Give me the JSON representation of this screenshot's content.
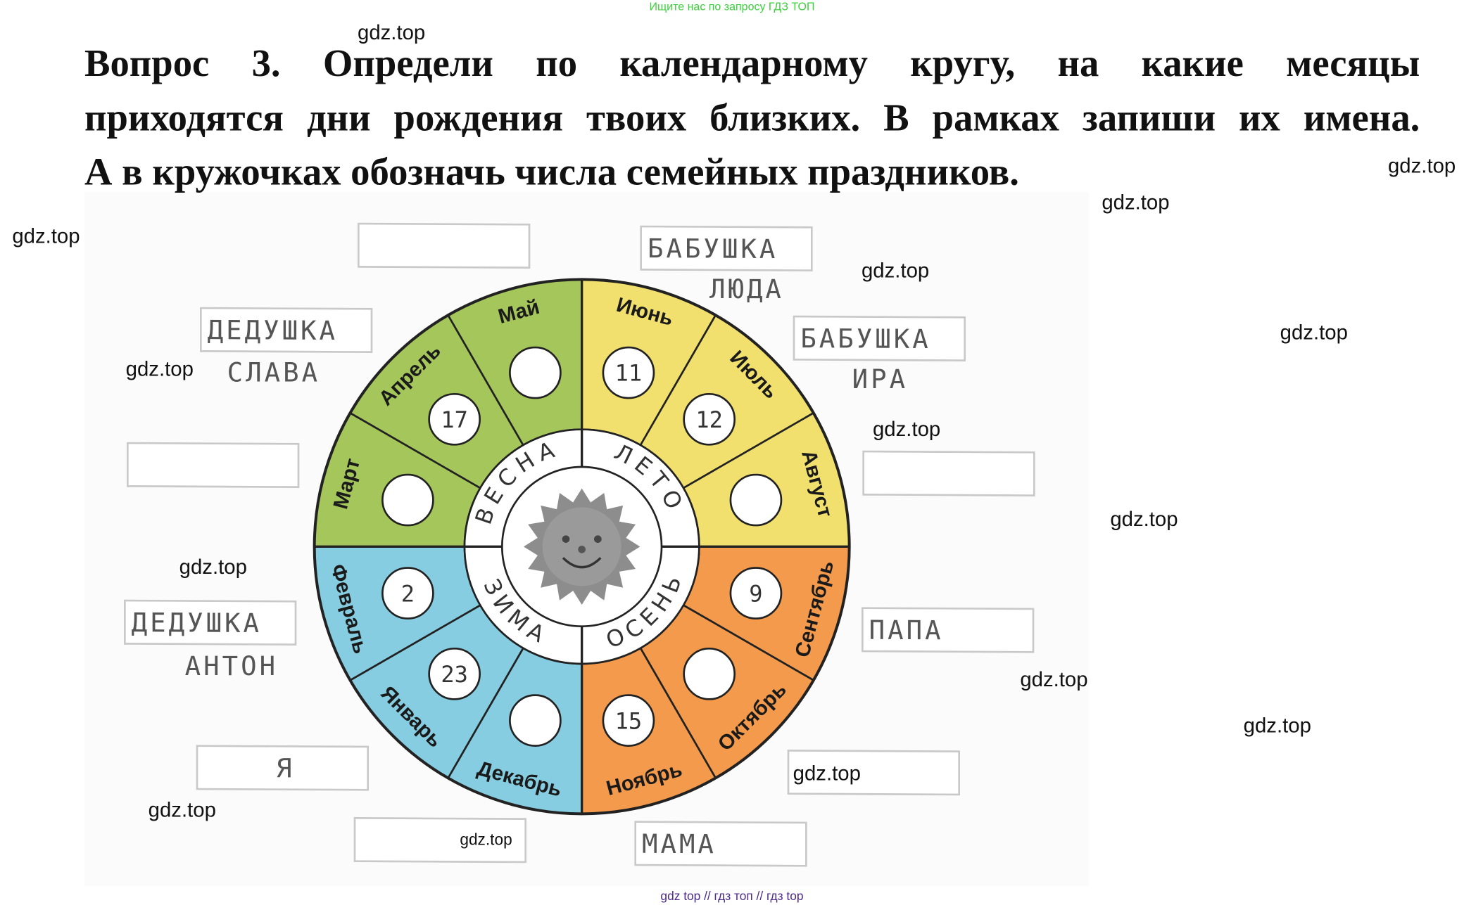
{
  "top_note": "Ищите нас по запросу ГДЗ ТОП",
  "title": {
    "lines": [
      "Вопрос 3. Определи по календарному кругу, на какие месяцы",
      "приходятся дни рождения твоих близких. В рамках запиши их имена.",
      "А в кружочках обозначь числа семейных праздников."
    ]
  },
  "watermark": "gdz.top",
  "wheel": {
    "colors": {
      "spring": "#a4c65a",
      "summer": "#f2e06e",
      "autumn": "#f39a4c",
      "winter": "#86cde2"
    },
    "seasons": [
      {
        "label": "ВЕСНА",
        "key": "spring"
      },
      {
        "label": "ЛЕТО",
        "key": "summer"
      },
      {
        "label": "ОСЕНЬ",
        "key": "autumn"
      },
      {
        "label": "ЗИМА",
        "key": "winter"
      }
    ],
    "months": [
      {
        "name": "Июнь",
        "season": "summer",
        "date": "11"
      },
      {
        "name": "Июль",
        "season": "summer",
        "date": "12"
      },
      {
        "name": "Август",
        "season": "summer",
        "date": ""
      },
      {
        "name": "Сентябрь",
        "season": "autumn",
        "date": "9"
      },
      {
        "name": "Октябрь",
        "season": "autumn",
        "date": ""
      },
      {
        "name": "Ноябрь",
        "season": "autumn",
        "date": "15"
      },
      {
        "name": "Декабрь",
        "season": "winter",
        "date": ""
      },
      {
        "name": "Январь",
        "season": "winter",
        "date": "23"
      },
      {
        "name": "Февраль",
        "season": "winter",
        "date": "2"
      },
      {
        "name": "Март",
        "season": "spring",
        "date": ""
      },
      {
        "name": "Апрель",
        "season": "spring",
        "date": "17"
      },
      {
        "name": "Май",
        "season": "spring",
        "date": ""
      }
    ]
  },
  "frames": [
    {
      "text": "",
      "below": ""
    },
    {
      "text": "БАБУШКА",
      "below": "ЛЮДА"
    },
    {
      "text": "ДЕДУШКА",
      "below": "СЛАВА"
    },
    {
      "text": "БАБУШКА",
      "below": "ИРА"
    },
    {
      "text": "",
      "below": ""
    },
    {
      "text": "",
      "below": ""
    },
    {
      "text": "ДЕДУШКА",
      "below": "АНТОН"
    },
    {
      "text": "ПАПА",
      "below": ""
    },
    {
      "text": "Я",
      "below": ""
    },
    {
      "text": "",
      "below": ""
    },
    {
      "text": "",
      "below": ""
    },
    {
      "text": "МАМА",
      "below": ""
    }
  ],
  "footer": "gdz top  //  гдз топ  //  гдз top"
}
